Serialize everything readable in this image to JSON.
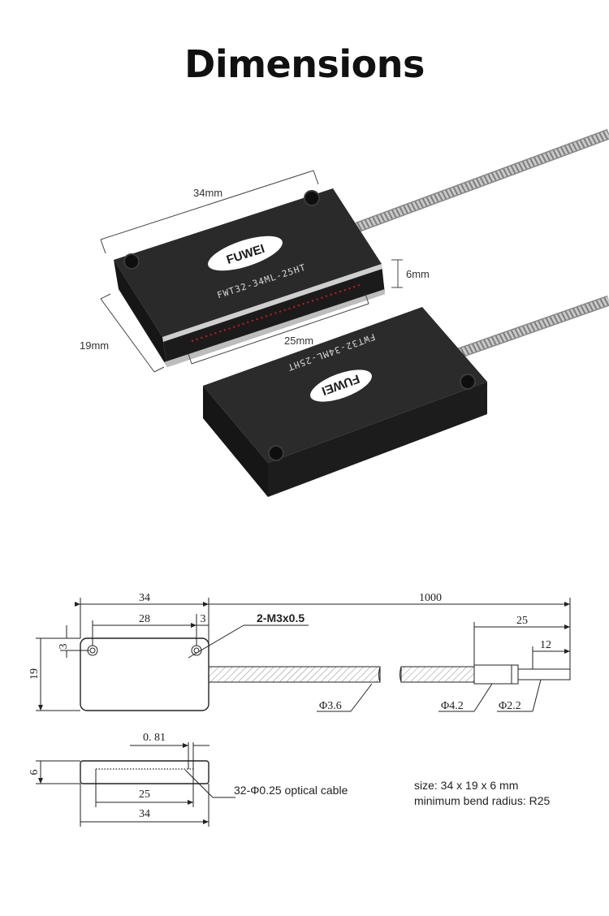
{
  "title": "Dimensions",
  "product": {
    "brand": "FUWEI",
    "model": "FWT32-34ML-25HT",
    "labels": {
      "length": "34mm",
      "width": "19mm",
      "height": "6mm",
      "fiber_span": "25mm"
    }
  },
  "drawing": {
    "top_view": {
      "overall_length": "34",
      "hole_spacing": "28",
      "hole_edge": "3",
      "hole_offset_v": "3",
      "body_width": "19",
      "cable_length": "1000",
      "screw_holes": "2-M3x0.5",
      "cable_dia": "Φ3.6",
      "sleeve_dia": "Φ4.2",
      "tail_dia": "Φ2.2",
      "tail_length": "25",
      "bare_length": "12"
    },
    "side_view": {
      "thickness": "6",
      "fiber_offset": "0. 81",
      "fiber_span": "25",
      "overall_length": "34",
      "fiber_note": "32-Φ0.25 optical cable"
    },
    "specs": {
      "size": "size: 34 x 19 x 6 mm",
      "bend": "minimum bend radius: R25"
    }
  },
  "colors": {
    "housing": "#1e1e1e",
    "fiber_dots": "#d01818",
    "line": "#222222"
  }
}
